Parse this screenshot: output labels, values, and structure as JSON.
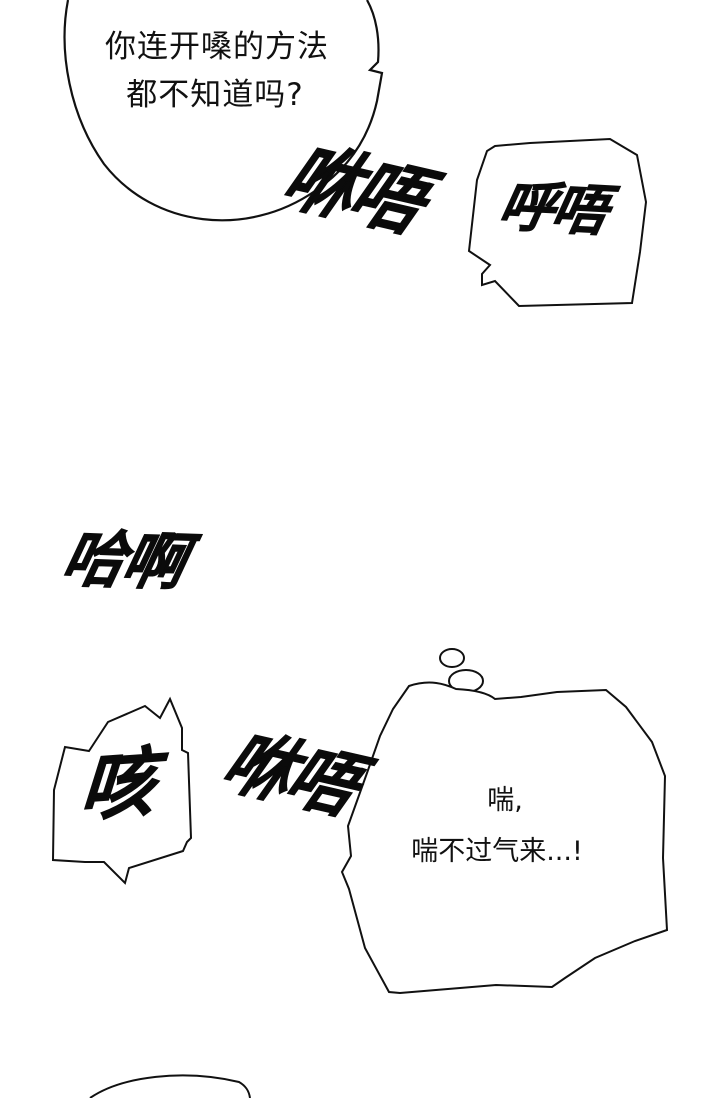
{
  "top_bubble": {
    "line1": "你连开嗓的方法",
    "line2": "都不知道吗?"
  },
  "sfx_top_left": "咻唔",
  "sfx_top_right": "呼唔",
  "sfx_middle": "哈啊",
  "sfx_cough": "咳",
  "sfx_lower": "咻唔",
  "thought_bubble": {
    "line1": "喘,",
    "line2": "喘不过气来...!"
  }
}
